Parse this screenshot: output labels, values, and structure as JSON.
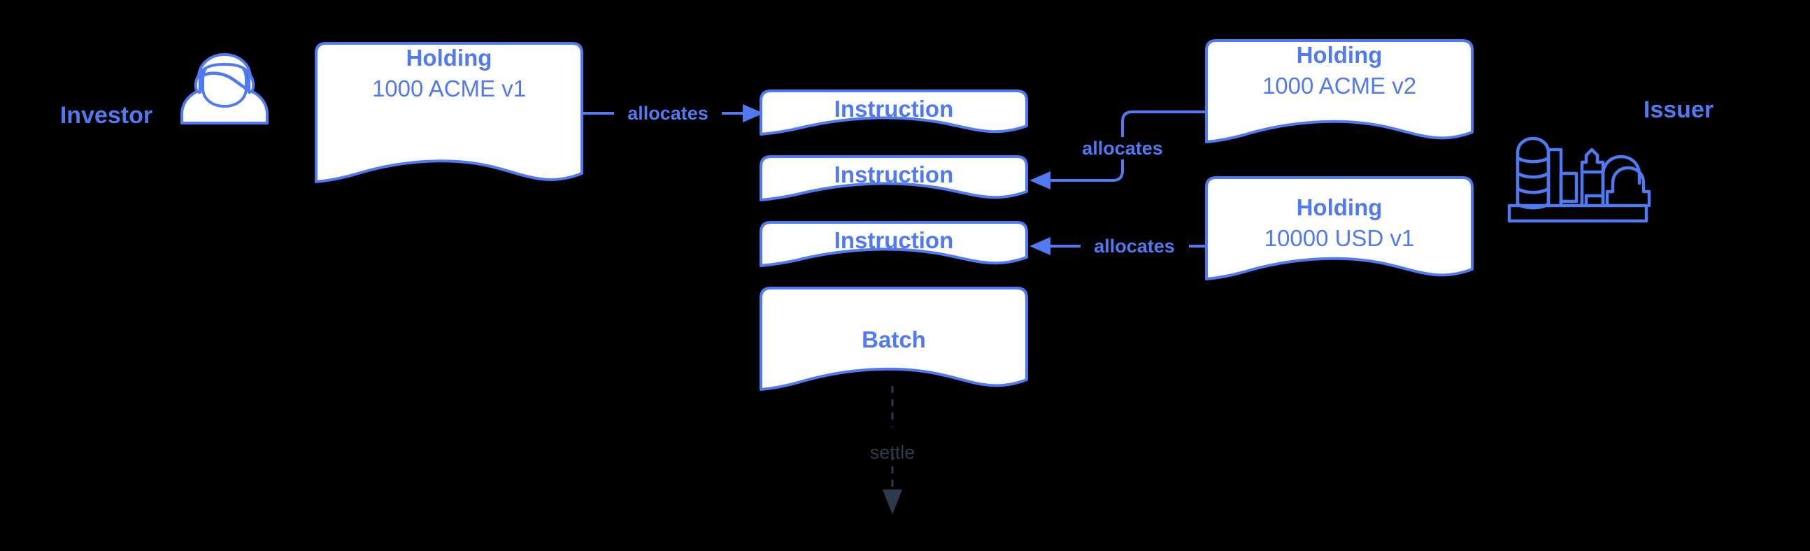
{
  "diagram": {
    "background_color": "#000000",
    "accent_color": "#5179F0",
    "card_fill_color": "#FFFFFF",
    "muted_color": "#2E3B4E"
  },
  "actors": {
    "investor": {
      "label": "Investor",
      "icon": "person-avatar-icon"
    },
    "issuer": {
      "label": "Issuer",
      "icon": "factory-icon"
    }
  },
  "cards": {
    "holding_acme_v1": {
      "title": "Holding",
      "subtitle": "1000 ACME v1"
    },
    "holding_acme_v2": {
      "title": "Holding",
      "subtitle": "1000 ACME v2"
    },
    "holding_usd_v1": {
      "title": "Holding",
      "subtitle": "10000 USD v1"
    },
    "instruction_1": {
      "title": "Instruction"
    },
    "instruction_2": {
      "title": "Instruction"
    },
    "instruction_3": {
      "title": "Instruction"
    },
    "batch": {
      "title": "Batch"
    }
  },
  "edges": {
    "allocates_1": {
      "label": "allocates",
      "from": "holding_acme_v1",
      "to": "instruction_1",
      "style": "solid"
    },
    "allocates_2": {
      "label": "allocates",
      "from": "holding_acme_v2",
      "to": "instruction_2",
      "style": "solid"
    },
    "allocates_3": {
      "label": "allocates",
      "from": "holding_usd_v1",
      "to": "instruction_3",
      "style": "solid"
    },
    "settle": {
      "label": "settle",
      "from": "batch",
      "to": "",
      "style": "dashed"
    }
  }
}
